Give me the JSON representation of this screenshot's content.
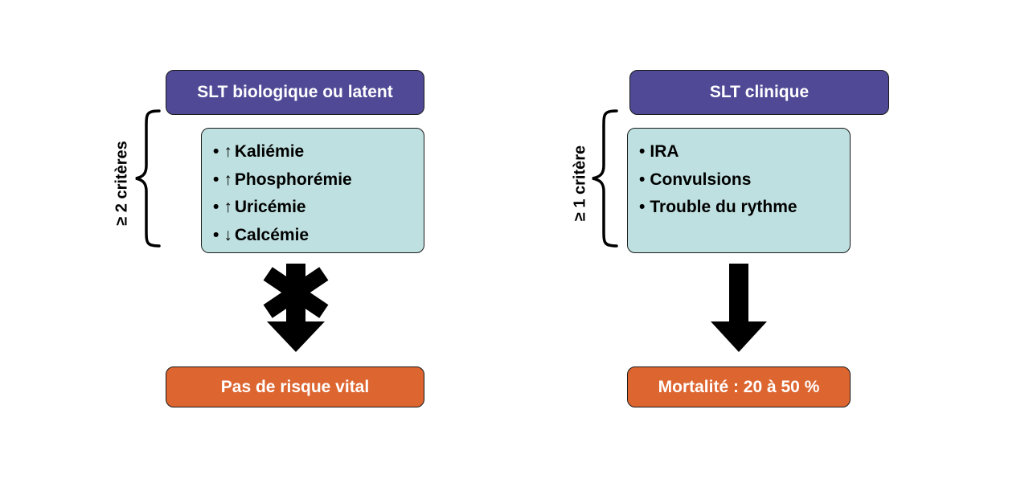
{
  "left": {
    "header": "SLT biologique ou latent",
    "side_label": "≥ 2 critères",
    "criteria": [
      {
        "arrow": "↑",
        "text": "Kaliémie"
      },
      {
        "arrow": "↑",
        "text": "Phosphorémie"
      },
      {
        "arrow": "↑",
        "text": "Uricémie"
      },
      {
        "arrow": "↓",
        "text": "Calcémie"
      }
    ],
    "result": "Pas de risque vital",
    "arrow_type": "crossed-arrow-icon"
  },
  "right": {
    "header": "SLT clinique",
    "side_label": "≥ 1 critère",
    "criteria": [
      {
        "text": "IRA"
      },
      {
        "text": "Convulsions"
      },
      {
        "text": "Trouble du rythme"
      }
    ],
    "result": "Mortalité : 20 à 50 %",
    "arrow_type": "down-arrow-icon"
  },
  "colors": {
    "header_bg": "#4f4996",
    "criteria_bg": "#bfe0e0",
    "result_bg": "#dd6530"
  }
}
